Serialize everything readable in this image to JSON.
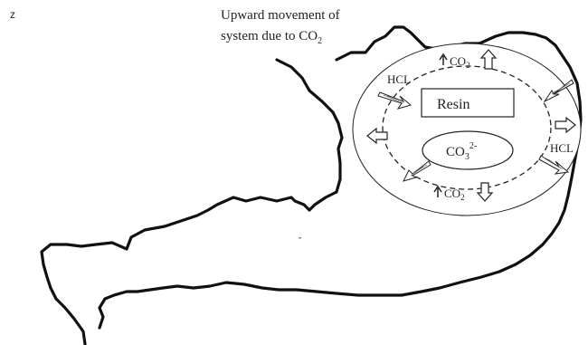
{
  "corner_mark": "z",
  "caption": {
    "line1": "Upward movement of",
    "line2_prefix": "system due to CO",
    "line2_sub": "2"
  },
  "resin_label": "Resin",
  "co3_label": {
    "base": "CO",
    "sub": "3",
    "sup": "2-"
  },
  "hcl_left": "HCL",
  "hcl_right": "HCL",
  "co2_top": {
    "base": "CO",
    "sub": "2"
  },
  "co2_bottom": {
    "base": "CO",
    "sub": "2"
  }
}
